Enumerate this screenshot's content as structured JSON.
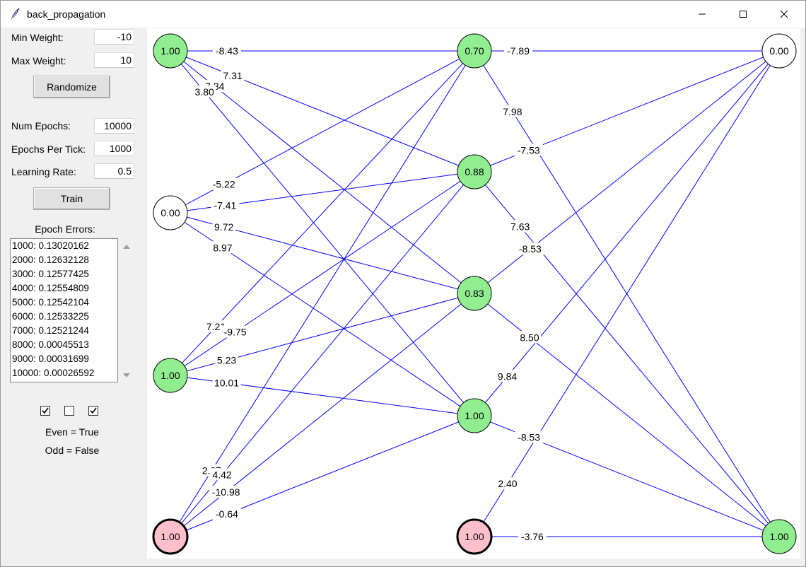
{
  "window": {
    "title": "back_propagation"
  },
  "settings": {
    "min_weight_label": "Min Weight:",
    "min_weight_value": "-10",
    "max_weight_label": "Max Weight:",
    "max_weight_value": "10",
    "randomize_label": "Randomize",
    "num_epochs_label": "Num Epochs:",
    "num_epochs_value": "10000",
    "epochs_per_tick_label": "Epochs Per Tick:",
    "epochs_per_tick_value": "1000",
    "learning_rate_label": "Learning Rate:",
    "learning_rate_value": "0.5",
    "train_label": "Train"
  },
  "errors": {
    "title": "Epoch Errors:",
    "rows": [
      "1000: 0.13020162",
      "2000: 0.12632128",
      "3000: 0.12577425",
      "4000: 0.12554809",
      "5000: 0.12542104",
      "6000: 0.12533225",
      "7000: 0.12521244",
      "8000: 0.00045513",
      "9000: 0.00031699",
      "10000: 0.00026592"
    ]
  },
  "checkboxes": [
    true,
    false,
    true
  ],
  "result": {
    "even_text": "Even = True",
    "odd_text": "Odd = False"
  },
  "colors": {
    "active_node": "#90ee90",
    "inactive_node": "#ffffff",
    "bias_node": "#ffc0cb",
    "edge": "#0000ff"
  },
  "network": {
    "nodes": [
      {
        "id": "in0",
        "value": "1.00",
        "type": "active"
      },
      {
        "id": "in1",
        "value": "0.00",
        "type": "inactive"
      },
      {
        "id": "in2",
        "value": "1.00",
        "type": "active"
      },
      {
        "id": "bias0",
        "value": "1.00",
        "type": "bias"
      },
      {
        "id": "h0",
        "value": "0.70",
        "type": "active"
      },
      {
        "id": "h1",
        "value": "0.88",
        "type": "active"
      },
      {
        "id": "h2",
        "value": "0.83",
        "type": "active"
      },
      {
        "id": "h3",
        "value": "1.00",
        "type": "active"
      },
      {
        "id": "bias1",
        "value": "1.00",
        "type": "bias"
      },
      {
        "id": "out0",
        "value": "0.00",
        "type": "inactive"
      },
      {
        "id": "out1",
        "value": "1.00",
        "type": "active"
      }
    ],
    "edges": [
      {
        "from": "in0",
        "to": "h0",
        "weight": "-8.43"
      },
      {
        "from": "in0",
        "to": "h1",
        "weight": "7.31"
      },
      {
        "from": "in0",
        "to": "h2",
        "weight": "7.34"
      },
      {
        "from": "in0",
        "to": "h3",
        "weight": "3.80"
      },
      {
        "from": "in1",
        "to": "h0",
        "weight": "-5.22"
      },
      {
        "from": "in1",
        "to": "h1",
        "weight": "-7.41"
      },
      {
        "from": "in1",
        "to": "h2",
        "weight": "9.72"
      },
      {
        "from": "in1",
        "to": "h3",
        "weight": "8.97"
      },
      {
        "from": "in2",
        "to": "h0",
        "weight": "7.21"
      },
      {
        "from": "in2",
        "to": "h1",
        "weight": "-9.75"
      },
      {
        "from": "in2",
        "to": "h2",
        "weight": "5.23"
      },
      {
        "from": "in2",
        "to": "h3",
        "weight": "10.01"
      },
      {
        "from": "bias0",
        "to": "h0",
        "weight": "2.07"
      },
      {
        "from": "bias0",
        "to": "h1",
        "weight": "4.42"
      },
      {
        "from": "bias0",
        "to": "h2",
        "weight": "-10.98"
      },
      {
        "from": "bias0",
        "to": "h3",
        "weight": "-0.64"
      },
      {
        "from": "h0",
        "to": "out0",
        "weight": "-7.89"
      },
      {
        "from": "h0",
        "to": "out1",
        "weight": "7.98"
      },
      {
        "from": "h1",
        "to": "out0",
        "weight": "-7.53"
      },
      {
        "from": "h1",
        "to": "out1",
        "weight": "7.63"
      },
      {
        "from": "h2",
        "to": "out0",
        "weight": "-8.53"
      },
      {
        "from": "h2",
        "to": "out1",
        "weight": "8.50"
      },
      {
        "from": "h3",
        "to": "out0",
        "weight": "9.84"
      },
      {
        "from": "h3",
        "to": "out1",
        "weight": "-8.53"
      },
      {
        "from": "bias1",
        "to": "out0",
        "weight": "2.40"
      },
      {
        "from": "bias1",
        "to": "out1",
        "weight": "-3.76"
      }
    ]
  }
}
